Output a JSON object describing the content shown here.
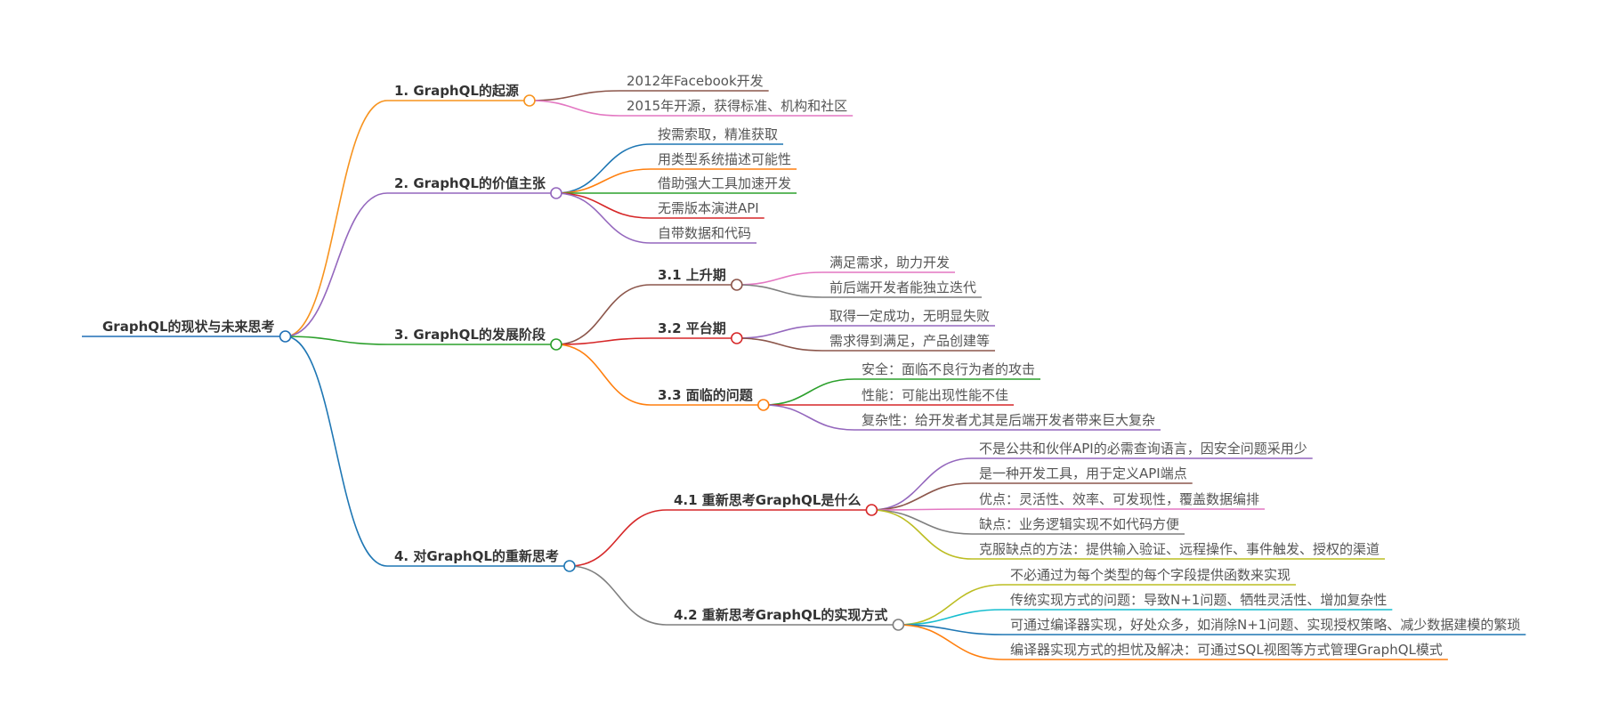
{
  "root": {
    "label": "GraphQL的现状与未来思考",
    "color": "#1f6fb5",
    "children": [
      {
        "label": "1. GraphQL的起源",
        "color": "#f7931e",
        "children": [
          {
            "label": "2012年Facebook开发",
            "color": "#8c564b"
          },
          {
            "label": "2015年开源，获得标准、机构和社区",
            "color": "#e377c2"
          }
        ]
      },
      {
        "label": "2. GraphQL的价值主张",
        "color": "#9467bd",
        "children": [
          {
            "label": "按需索取，精准获取",
            "color": "#1f77b4"
          },
          {
            "label": "用类型系统描述可能性",
            "color": "#ff7f0e"
          },
          {
            "label": "借助强大工具加速开发",
            "color": "#2ca02c"
          },
          {
            "label": "无需版本演进API",
            "color": "#d62728"
          },
          {
            "label": "自带数据和代码",
            "color": "#9467bd"
          }
        ]
      },
      {
        "label": "3. GraphQL的发展阶段",
        "color": "#2ca02c",
        "children": [
          {
            "label": "3.1 上升期",
            "color": "#8c564b",
            "children": [
              {
                "label": "满足需求，助力开发",
                "color": "#e377c2"
              },
              {
                "label": "前后端开发者能独立迭代",
                "color": "#7f7f7f"
              }
            ]
          },
          {
            "label": "3.2 平台期",
            "color": "#d62728",
            "children": [
              {
                "label": "取得一定成功，无明显失败",
                "color": "#9467bd"
              },
              {
                "label": "需求得到满足，产品创建等",
                "color": "#8c564b"
              }
            ]
          },
          {
            "label": "3.3 面临的问题",
            "color": "#ff7f0e",
            "children": [
              {
                "label": "安全：面临不良行为者的攻击",
                "color": "#2ca02c"
              },
              {
                "label": "性能：可能出现性能不佳",
                "color": "#d62728"
              },
              {
                "label": "复杂性：给开发者尤其是后端开发者带来巨大复杂",
                "color": "#9467bd"
              }
            ]
          }
        ]
      },
      {
        "label": "4. 对GraphQL的重新思考",
        "color": "#1f77b4",
        "children": [
          {
            "label": "4.1 重新思考GraphQL是什么",
            "color": "#d62728",
            "children": [
              {
                "label": "不是公共和伙伴API的必需查询语言，因安全问题采用少",
                "color": "#9467bd"
              },
              {
                "label": "是一种开发工具，用于定义API端点",
                "color": "#8c564b"
              },
              {
                "label": "优点：灵活性、效率、可发现性，覆盖数据编排",
                "color": "#e377c2"
              },
              {
                "label": "缺点：业务逻辑实现不如代码方便",
                "color": "#7f7f7f"
              },
              {
                "label": "克服缺点的方法：提供输入验证、远程操作、事件触发、授权的渠道",
                "color": "#bcbd22"
              }
            ]
          },
          {
            "label": "4.2 重新思考GraphQL的实现方式",
            "color": "#7f7f7f",
            "children": [
              {
                "label": "不必通过为每个类型的每个字段提供函数来实现",
                "color": "#bcbd22"
              },
              {
                "label": "传统实现方式的问题：导致N+1问题、牺牲灵活性、增加复杂性",
                "color": "#17becf"
              },
              {
                "label": "可通过编译器实现，好处众多，如消除N+1问题、实现授权策略、减少数据建模的繁琐",
                "color": "#1f77b4"
              },
              {
                "label": "编译器实现方式的担忧及解决：可通过SQL视图等方式管理GraphQL模式",
                "color": "#ff7f0e"
              }
            ]
          }
        ]
      }
    ]
  }
}
